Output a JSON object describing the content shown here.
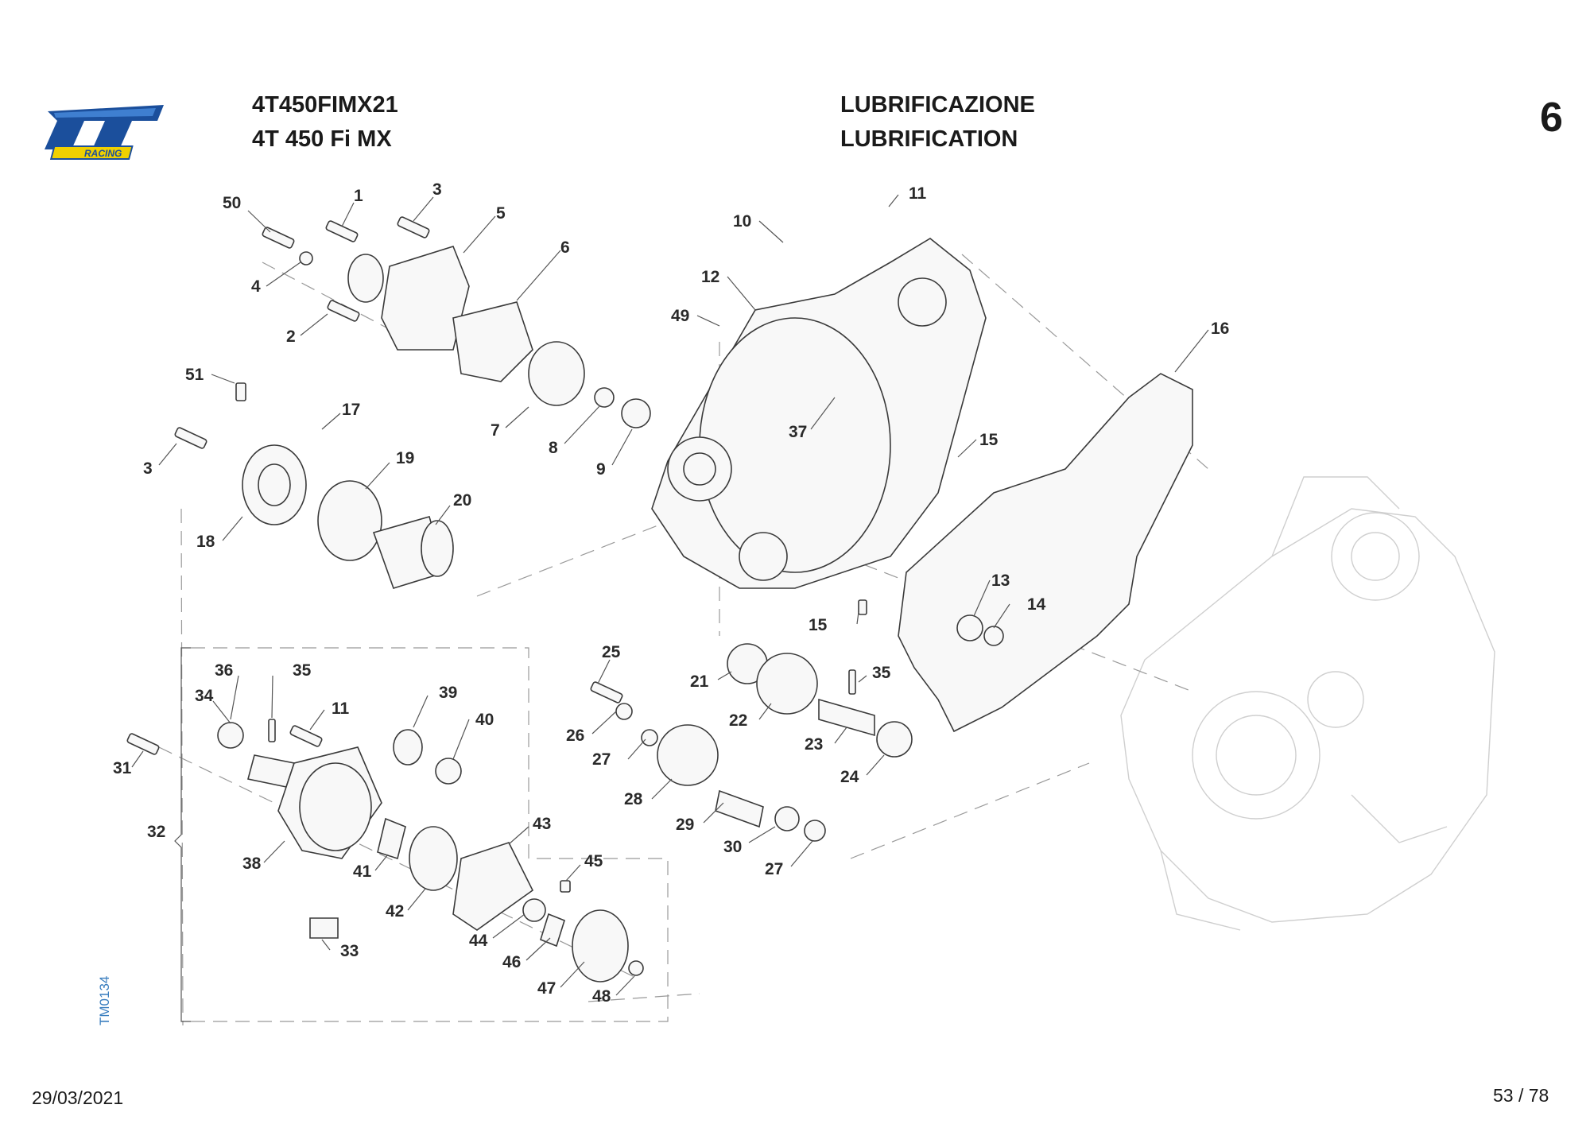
{
  "header": {
    "brand_logo": "TM RACING",
    "model_code": "4T450FIMX21",
    "model_name": "4T 450 Fi MX",
    "title_it": "LUBRIFICAZIONE",
    "title_en": "LUBRIFICATION",
    "section_number": "6"
  },
  "footer": {
    "date": "29/03/2021",
    "page": "53 / 78",
    "drawing_ref": "TM0134"
  },
  "callouts": [
    "50",
    "1",
    "3",
    "5",
    "6",
    "4",
    "2",
    "51",
    "17",
    "3",
    "19",
    "20",
    "18",
    "7",
    "8",
    "9",
    "10",
    "11",
    "12",
    "49",
    "37",
    "16",
    "15",
    "13",
    "14",
    "15",
    "36",
    "35",
    "34",
    "11",
    "39",
    "40",
    "31",
    "32",
    "38",
    "41",
    "42",
    "43",
    "45",
    "44",
    "46",
    "47",
    "48",
    "33",
    "25",
    "35",
    "26",
    "27",
    "28",
    "29",
    "30",
    "27",
    "21",
    "22",
    "23",
    "24"
  ],
  "colors": {
    "logo_blue": "#1b4f9c",
    "logo_yellow": "#f0d000",
    "ref_blue": "#3a7ebf"
  }
}
